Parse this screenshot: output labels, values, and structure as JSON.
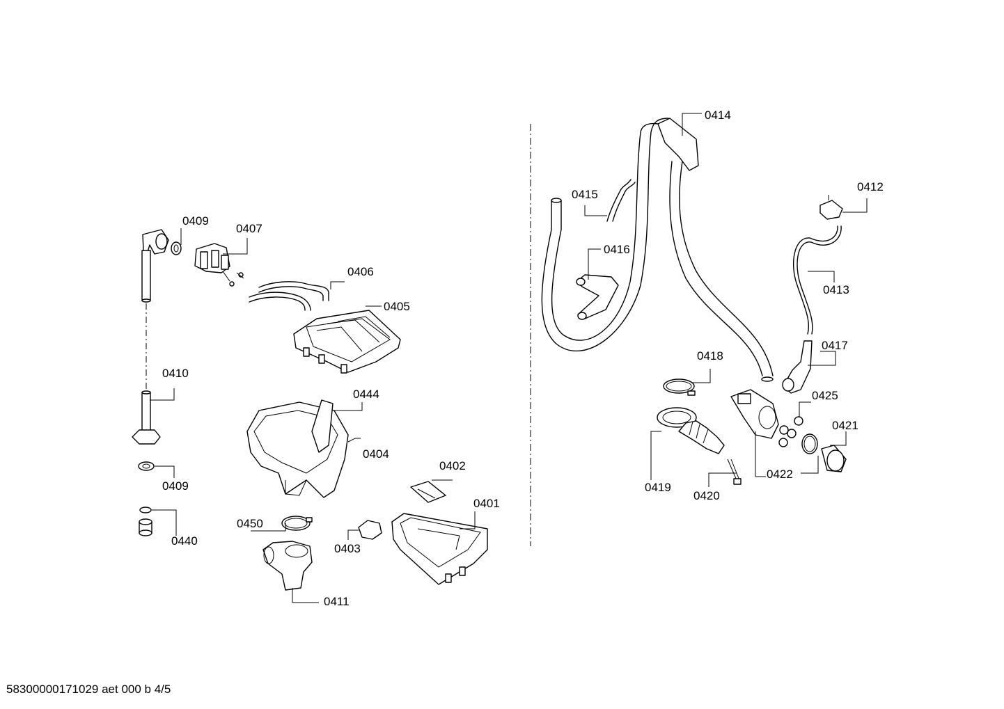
{
  "footer": "58300000171029 aet 000 b 4/5",
  "labels": {
    "p0409a": "0409",
    "p0407": "0407",
    "p0406": "0406",
    "p0405": "0405",
    "p0410": "0410",
    "p0444": "0444",
    "p0404": "0404",
    "p0409b": "0409",
    "p0440": "0440",
    "p0450": "0450",
    "p0402": "0402",
    "p0401": "0401",
    "p0403": "0403",
    "p0411": "0411",
    "p0414": "0414",
    "p0415": "0415",
    "p0412": "0412",
    "p0416": "0416",
    "p0413": "0413",
    "p0417": "0417",
    "p0418": "0418",
    "p0425": "0425",
    "p0421": "0421",
    "p0419": "0419",
    "p0420": "0420",
    "p0422": "0422"
  }
}
